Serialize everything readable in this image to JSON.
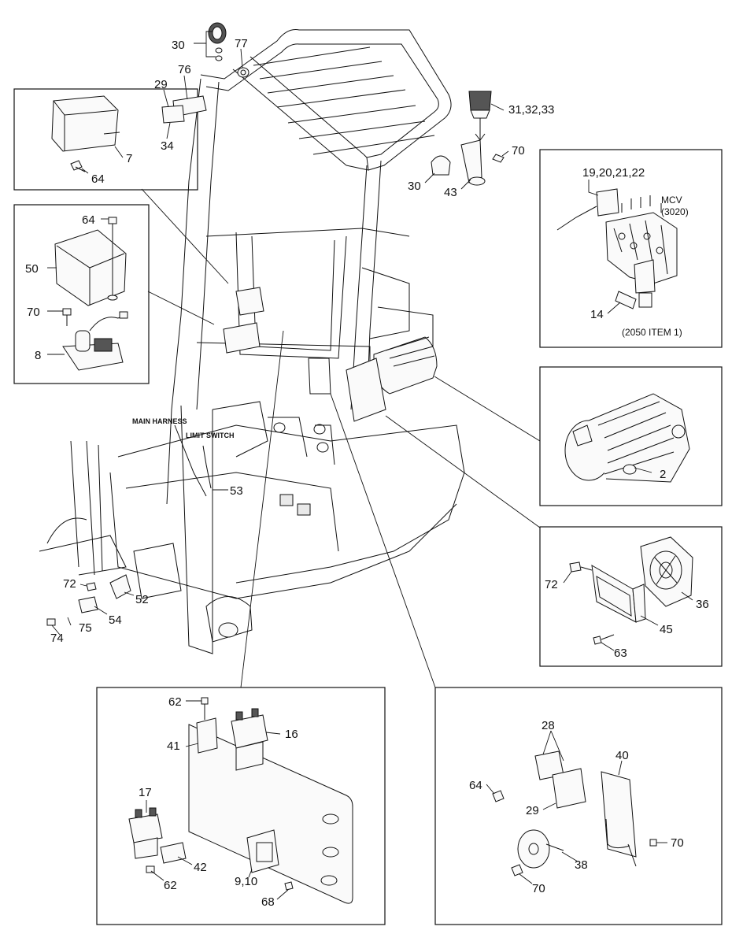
{
  "callouts": {
    "c30a": "30",
    "c77": "77",
    "c29a": "29",
    "c76": "76",
    "c34": "34",
    "c313233": "31,32,33",
    "c70a": "70",
    "c30b": "30",
    "c43": "43",
    "c7": "7",
    "c64a": "64",
    "c64b": "64",
    "c50": "50",
    "c70b": "70",
    "c8": "8",
    "c19_22": "19,20,21,22",
    "c14": "14",
    "c2": "2",
    "c72a": "72",
    "c36": "36",
    "c45": "45",
    "c63": "63",
    "c53": "53",
    "c72b": "72",
    "c52": "52",
    "c54": "54",
    "c75": "75",
    "c74": "74",
    "c62a": "62",
    "c16": "16",
    "c41": "41",
    "c17": "17",
    "c42": "42",
    "c62b": "62",
    "c910": "9,10",
    "c68": "68",
    "c28": "28",
    "c40": "40",
    "c64c": "64",
    "c29b": "29",
    "c70c": "70",
    "c38": "38",
    "c70d": "70"
  },
  "text_labels": {
    "mcv": "MCV",
    "mcv_code": "(3020)",
    "item_ref": "(2050 ITEM 1)",
    "main_harness": "MAIN HARNESS",
    "limit_switch": "LIMIT SWITCH"
  }
}
